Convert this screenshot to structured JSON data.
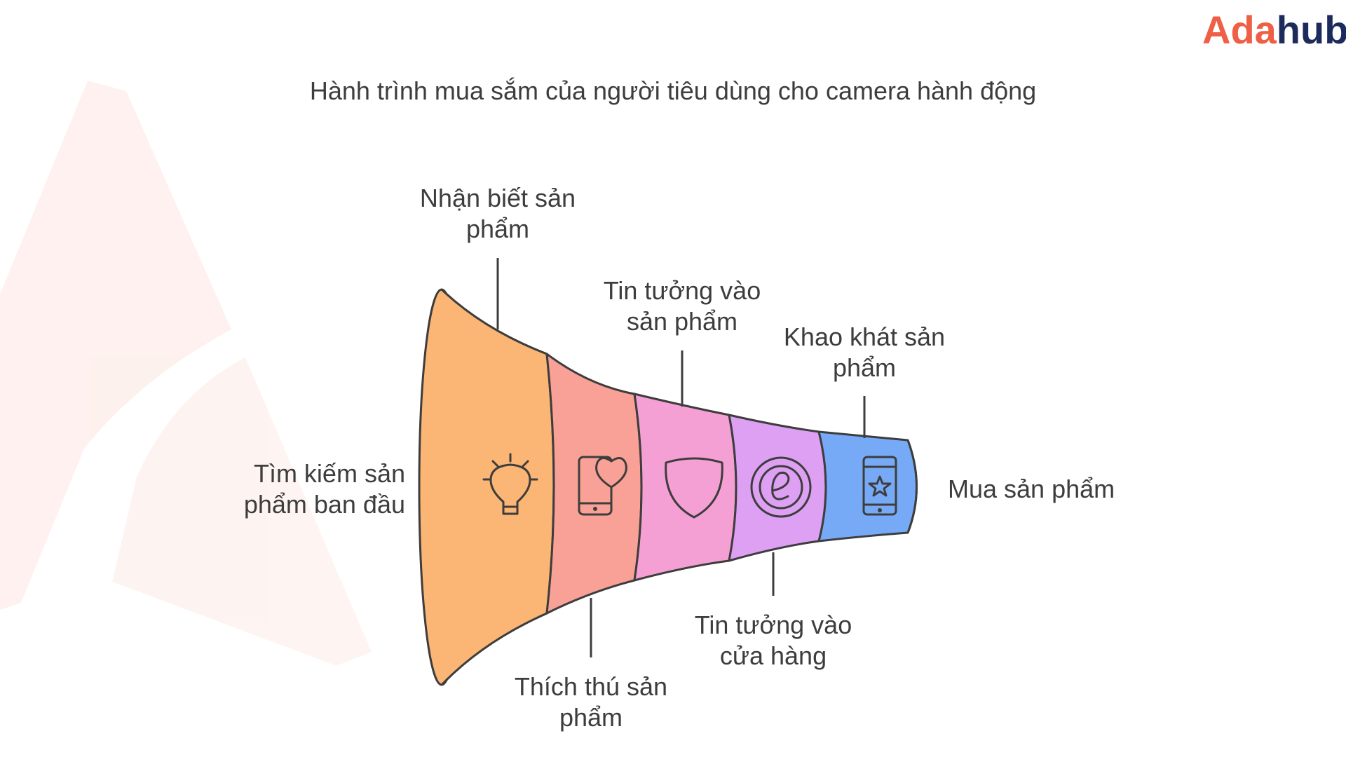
{
  "brand": {
    "part1": "Ada",
    "part2": "hub",
    "color1": "#ee5f45",
    "color2": "#1d2a5c"
  },
  "title": "Hành trình mua sắm của người tiêu dùng cho camera hành động",
  "stages": [
    {
      "label": [
        "Tìm kiếm sản",
        "phẩm ban đầu"
      ],
      "icon": "lightbulb-icon",
      "color": "#fbb574"
    },
    {
      "label": [
        "Nhận biết sản",
        "phẩm"
      ],
      "icon": "phone-heart-icon",
      "color": "#f9a196"
    },
    {
      "label": [
        "Thích thú sản",
        "phẩm"
      ],
      "icon": "shield-icon",
      "color": "#f5a0d4"
    },
    {
      "label": [
        "Tin tưởng vào",
        "sản phẩm"
      ],
      "icon": "e-circle-icon",
      "color": "#dda0f2"
    },
    {
      "label": [
        "Tin tưởng vào",
        "cửa hàng"
      ],
      "icon": "phone-star-icon",
      "color": "#76aaf7"
    },
    {
      "label": [
        "Khao khát sản",
        "phẩm"
      ]
    },
    {
      "label": [
        "Mua sản phẩm"
      ]
    }
  ],
  "colors": {
    "outline": "#3d3d3d",
    "text": "#3d3d3d",
    "watermark": "#fbe9e5"
  }
}
